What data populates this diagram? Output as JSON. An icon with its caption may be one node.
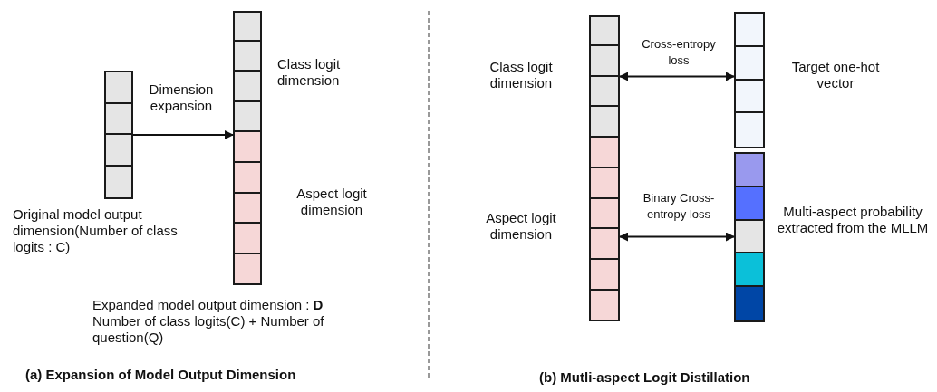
{
  "diagram": {
    "nodes": [
      {
        "text": [],
        "shape": "bar",
        "beside": [
          "Original model output dimension(Number of class logits : C)"
        ]
      },
      {
        "text": [],
        "shape": "bar",
        "beside": [
          "Expanded model output dimension : **D** Number of class logits(C) + Number of question(Q)"
        ]
      },
      {
        "text": [],
        "shape": "bar",
        "in": 1,
        "beside": [
          "Class logit dimension"
        ]
      },
      {
        "text": [],
        "shape": "bar",
        "in": 1,
        "beside": [
          "Aspect logit dimension"
        ]
      },
      {
        "text": [],
        "shape": "bar"
      },
      {
        "text": [],
        "shape": "bar",
        "in": 4,
        "beside": [
          "Class logit dimension"
        ]
      },
      {
        "text": [],
        "shape": "bar",
        "in": 4,
        "beside": [
          "Aspect logit dimension"
        ]
      },
      {
        "text": [],
        "shape": "bar",
        "beside": [
          "Target one-hot vector"
        ]
      },
      {
        "text": [],
        "shape": "bar",
        "beside": [
          "Multi-aspect probability extracted from the MLLM"
        ]
      }
    ],
    "edges": [
      {
        "from": 0,
        "to": 1,
        "arrow": "to",
        "label": "Dimension expansion"
      },
      {
        "from": 5,
        "to": 7,
        "arrow": "both",
        "label": "Cross-entropy loss"
      },
      {
        "from": 6,
        "to": 8,
        "arrow": "both",
        "label": "Binary Cross-entropy loss"
      }
    ],
    "labels": [
      "(a) Expansion of Model Output Dimension",
      "(b) Mutli-aspect Logit Distillation"
    ]
  }
}
